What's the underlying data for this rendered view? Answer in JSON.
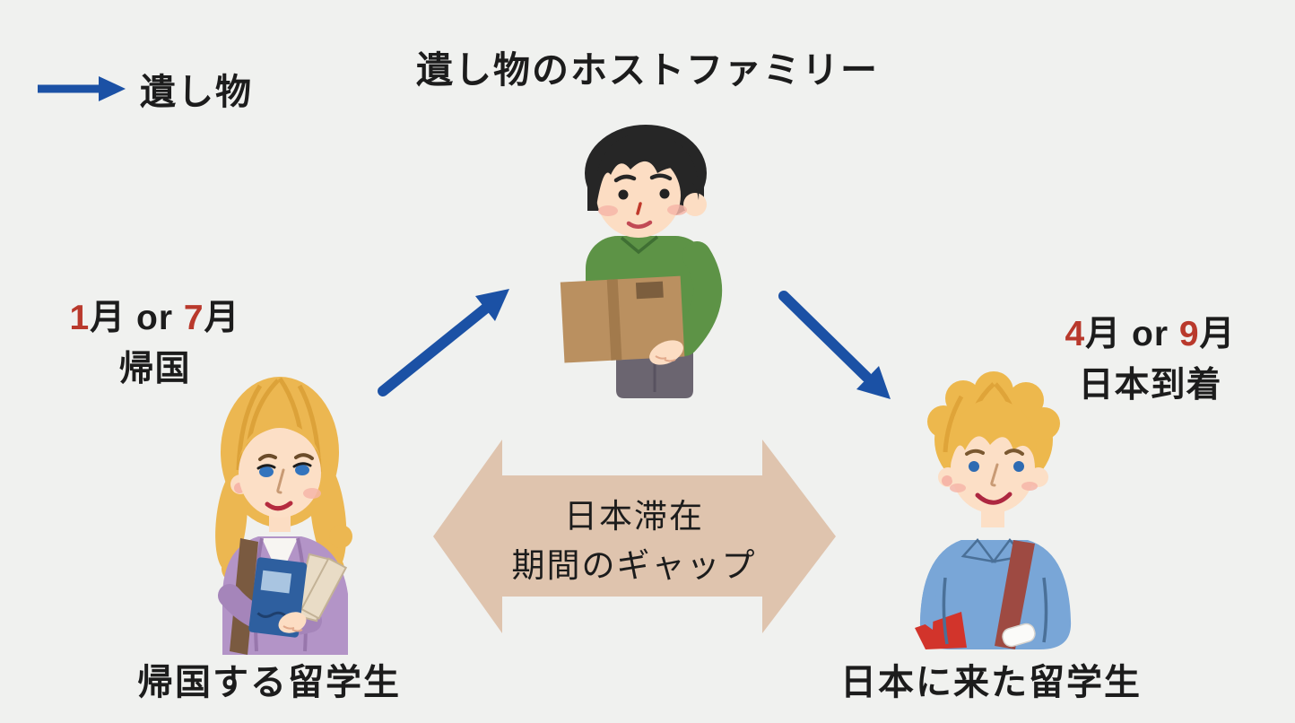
{
  "title": "遺し物のホストファミリー",
  "legend": {
    "label": "遺し物"
  },
  "departing_student": {
    "caption": "帰国する留学生",
    "note": {
      "m1": "1",
      "t1": "月 or ",
      "m2": "7",
      "t2": "月",
      "line2": "帰国"
    }
  },
  "arriving_student": {
    "caption": "日本に来た留学生",
    "note": {
      "m1": "4",
      "t1": "月 or ",
      "m2": "9",
      "t2": "月",
      "line2": "日本到着"
    }
  },
  "gap_arrow": {
    "line1": "日本滞在",
    "line2": "期間のギャップ"
  },
  "colors": {
    "background": "#f0f1ef",
    "arrow_blue": "#1b51a5",
    "accent_red": "#b9392c",
    "gap_arrow_fill": "#dfc4ae",
    "text": "#1c1c1c"
  }
}
